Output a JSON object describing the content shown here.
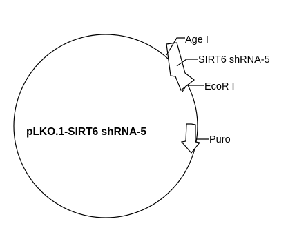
{
  "plasmid": {
    "name": "pLKO.1-SIRT6 shRNA-5"
  },
  "features": [
    {
      "id": "agei",
      "label": "Age I"
    },
    {
      "id": "sirt6",
      "label": "SIRT6 shRNA-5"
    },
    {
      "id": "ecori",
      "label": "EcoR I"
    },
    {
      "id": "puro",
      "label": "Puro"
    }
  ],
  "colors": {
    "line": "#000000",
    "background": "#ffffff"
  }
}
